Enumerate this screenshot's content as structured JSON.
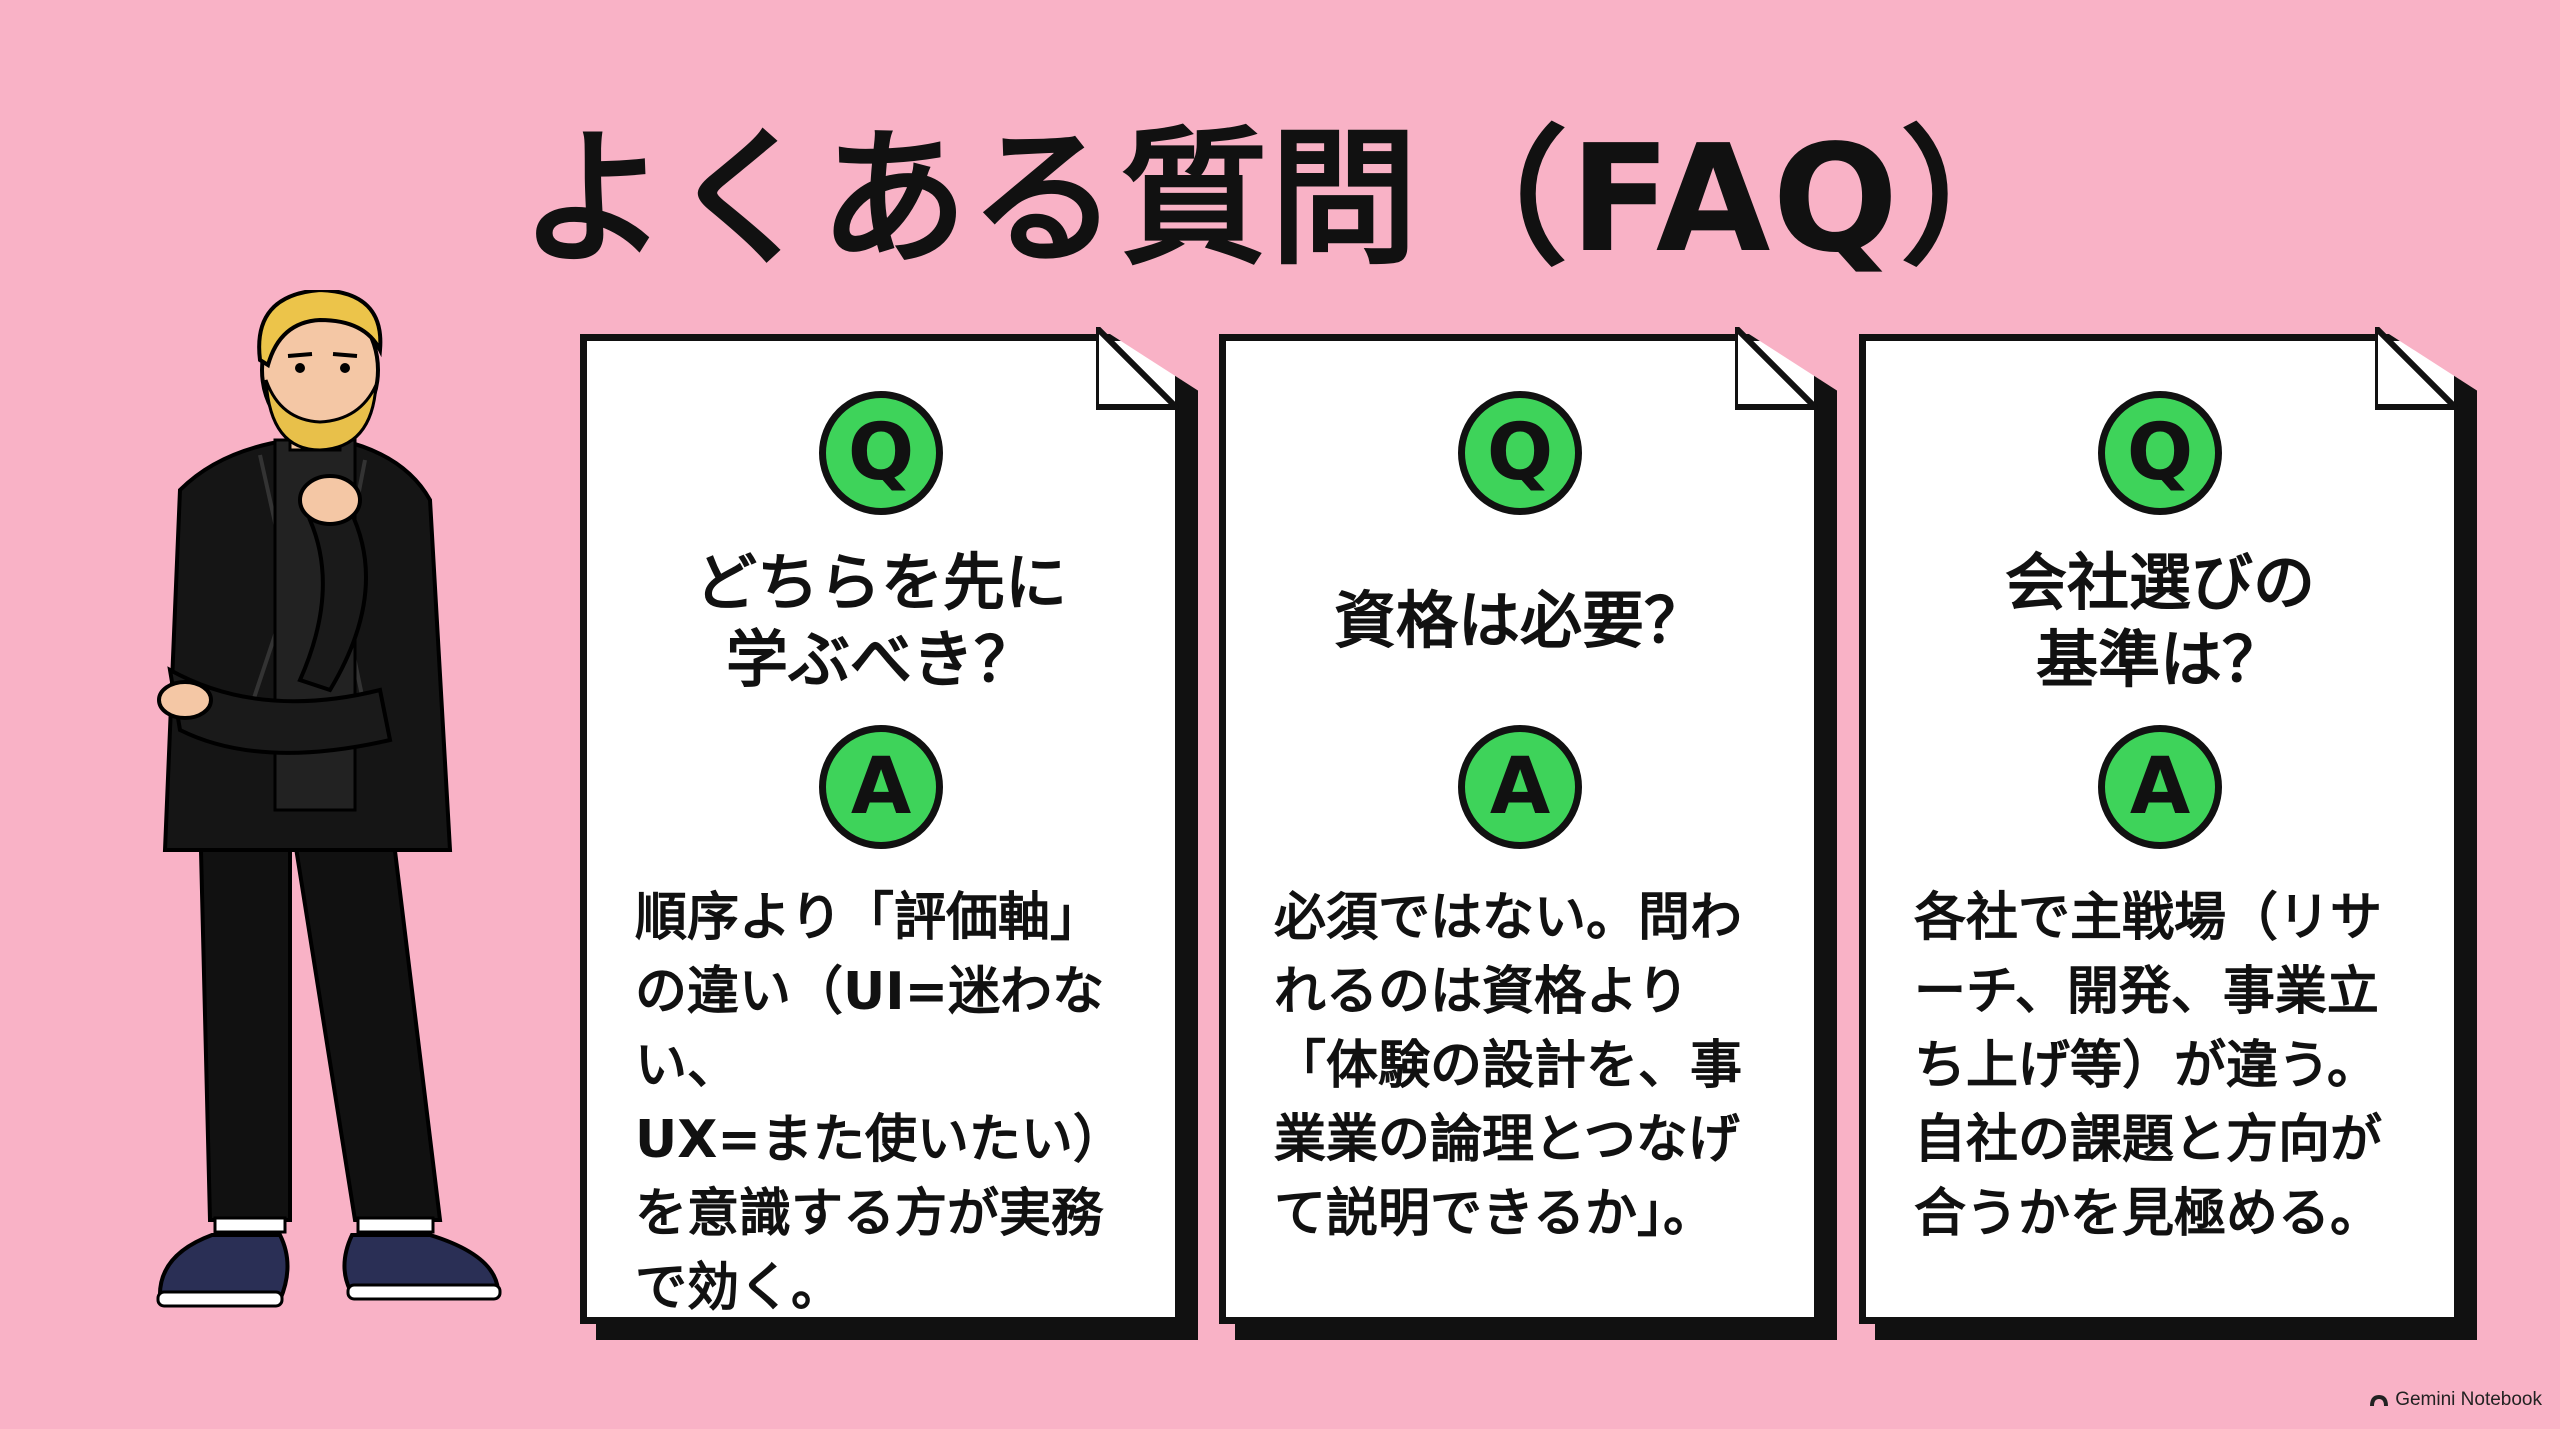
{
  "title": "よくある質問（FAQ）",
  "cards": [
    {
      "q_badge": "Q",
      "question": "どちらを先に\n学ぶべき？",
      "a_badge": "A",
      "answer": "順序より「評価軸」\nの違い（UI=迷わない、\nUX=また使いたい）\nを意識する方が実務\nで効く。"
    },
    {
      "q_badge": "Q",
      "question": "資格は必要？",
      "a_badge": "A",
      "answer": "必須ではない。問わ\nれるのは資格より\n「体験の設計を、事\n業業の論理とつなげ\nて説明できるか」。"
    },
    {
      "q_badge": "Q",
      "question": "会社選びの\n基準は？",
      "a_badge": "A",
      "answer": "各社で主戦場（リサ\nーチ、開発、事業立\nち上げ等）が違う。\n自社の課題と方向が\n合うかを見極める。"
    }
  ],
  "brand": "Gemini Notebook",
  "colors": {
    "background": "#f9b2c6",
    "badge": "#3ed35a",
    "ink": "#111111",
    "card": "#ffffff"
  }
}
